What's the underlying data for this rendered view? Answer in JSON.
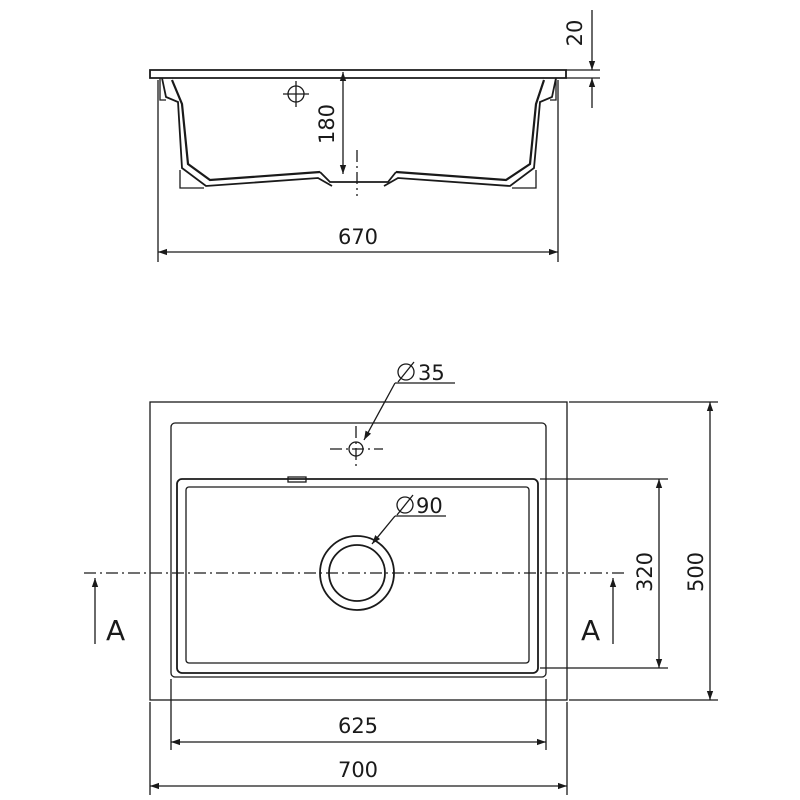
{
  "drawing": {
    "side_view": {
      "width_label": "670",
      "depth_label": "180",
      "rim_label": "20"
    },
    "top_view": {
      "tap_hole_label": "35",
      "drain_label": "90",
      "outer_width_label": "700",
      "bowl_width_label": "625",
      "outer_depth_label": "500",
      "bowl_depth_label": "320",
      "section_label_left": "A",
      "section_label_right": "A"
    },
    "line_color": "#1a1a1a",
    "background": "#ffffff"
  }
}
